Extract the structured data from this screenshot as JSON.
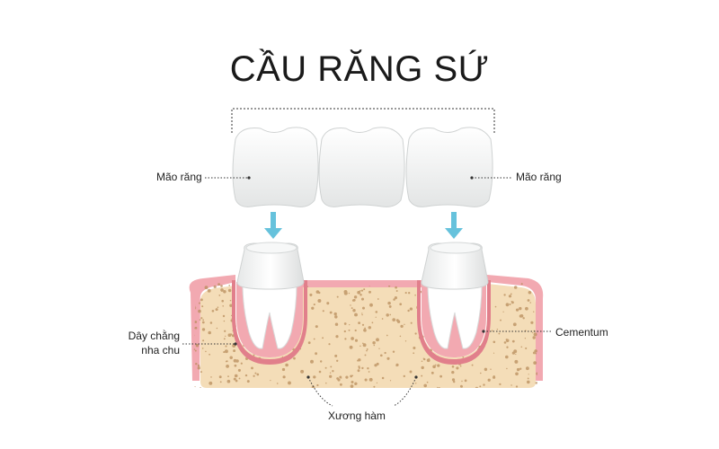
{
  "title": "CẦU RĂNG SỨ",
  "labels": {
    "crown_left": "Mão răng",
    "crown_right": "Mão răng",
    "ligament_line1": "Dây chằng",
    "ligament_line2": "nha chu",
    "cementum": "Cementum",
    "jaw_bone": "Xương hàm"
  },
  "colors": {
    "bone": "#f4ddb8",
    "gum": "#f2a9b1",
    "gum_edge": "#e17f8b",
    "tooth": "#f2f3f3",
    "tooth_shadow": "#dfe1e1",
    "arrow": "#66c2dc",
    "bone_dots": "#b98d5c"
  }
}
